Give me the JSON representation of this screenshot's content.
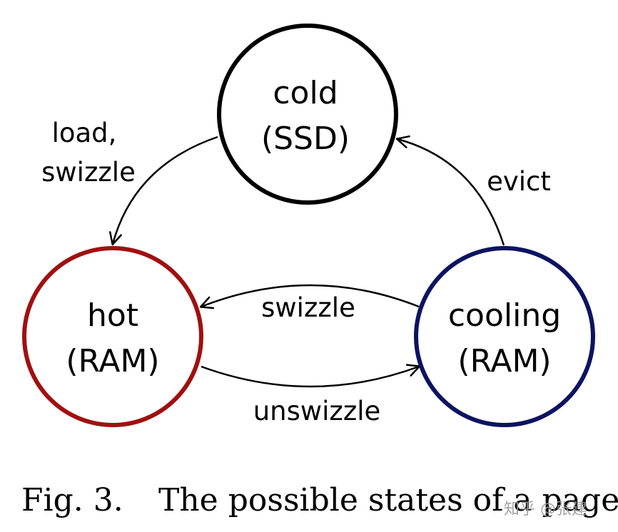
{
  "nodes": {
    "cold": {
      "line1": "cold",
      "line2": "(SSD)",
      "color": "#000000"
    },
    "hot": {
      "line1": "hot",
      "line2": "(RAM)",
      "color": "#a01010"
    },
    "cooling": {
      "line1": "cooling",
      "line2": "(RAM)",
      "color": "#0d1360"
    }
  },
  "edges": {
    "load_swizzle": {
      "line1": "load,",
      "line2": "swizzle"
    },
    "evict": {
      "label": "evict"
    },
    "swizzle": {
      "label": "swizzle"
    },
    "unswizzle": {
      "label": "unswizzle"
    }
  },
  "caption": {
    "figure_number": "Fig. 3.",
    "text": "The possible states of a page"
  },
  "watermark": "知乎 @张建"
}
